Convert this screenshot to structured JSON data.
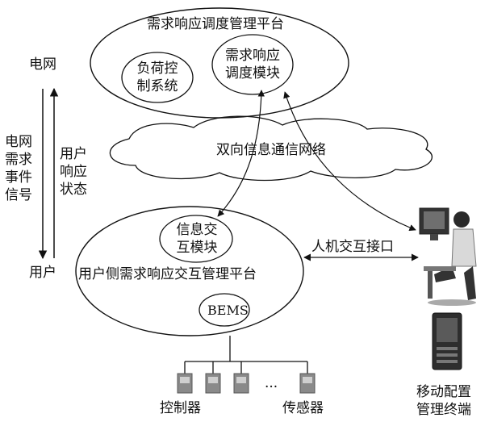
{
  "top_platform": {
    "title": "需求响应调度管理平台",
    "load_control": [
      "负荷控",
      "制系统"
    ],
    "dispatch_module": [
      "需求响应",
      "调度模块"
    ]
  },
  "network": {
    "label": "双向信息通信网络"
  },
  "side": {
    "grid": "电网",
    "user": "用户",
    "grid_signal": [
      "电网",
      "需求",
      "事件",
      "信号"
    ],
    "user_status": [
      "用户",
      "响应",
      "状态"
    ]
  },
  "user_platform": {
    "info_module": [
      "信息交",
      "互模块"
    ],
    "title": "用户侧需求响应交互管理平台",
    "bems": "BEMS"
  },
  "hmi": {
    "label": "人机交互接口"
  },
  "devices": {
    "controller": "控制器",
    "ellipsis": "···",
    "sensor": "传感器"
  },
  "terminal": {
    "label": [
      "移动配置",
      "管理终端"
    ]
  },
  "colors": {
    "stroke": "#111111",
    "device": "#8a8a8a",
    "person_shirt": "#d9d9d9"
  },
  "icons": [
    "person-at-computer-icon",
    "mobile-terminal-icon",
    "device-icon"
  ]
}
